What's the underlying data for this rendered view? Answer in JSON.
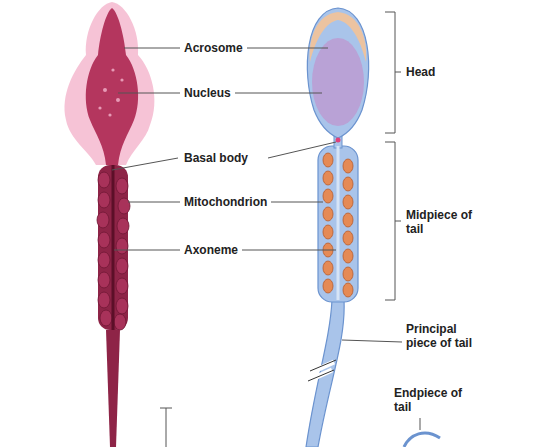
{
  "diagram": {
    "labels": [
      "Acrosome",
      "Nucleus",
      "Basal body",
      "Mitochondrion",
      "Axoneme",
      "Head",
      "Midpiece of tail",
      "Principal piece of tail",
      "Endpiece of tail"
    ]
  }
}
